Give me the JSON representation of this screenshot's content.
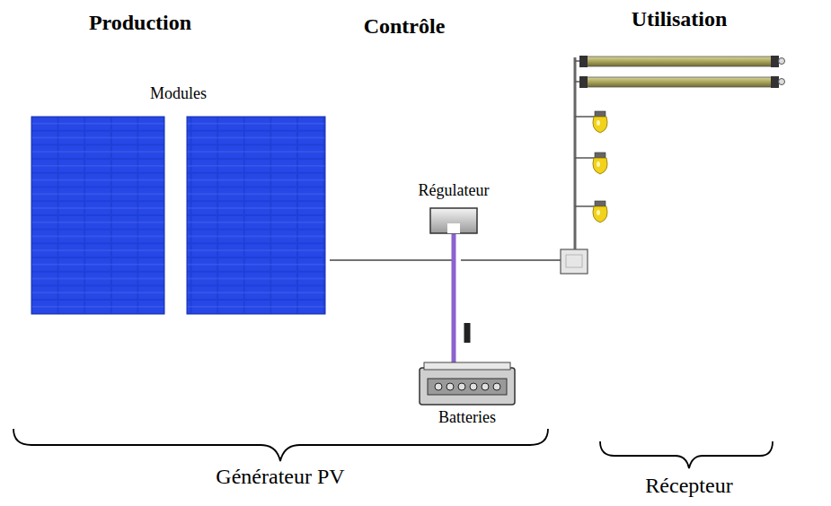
{
  "diagram": {
    "nodes": [
      {
        "text": [
          "Modules"
        ]
      },
      {
        "text": [
          "Régulateur"
        ]
      },
      {
        "text": [
          "Batteries"
        ]
      }
    ],
    "edges": [
      {
        "from": 0,
        "to": 1,
        "arrow": "none"
      },
      {
        "from": 1,
        "to": 2,
        "arrow": "none"
      }
    ],
    "labels": [
      "Production",
      "Contrôle",
      "Utilisation",
      "Générateur PV",
      "Récepteur"
    ]
  }
}
